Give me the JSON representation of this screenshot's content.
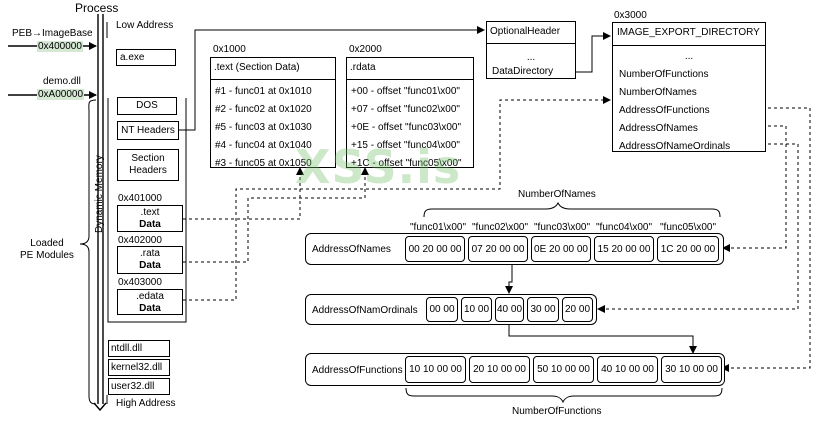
{
  "process": {
    "title": "Process",
    "low_address": "Low Address",
    "high_address": "High Address",
    "dynamic_memory": "Dynamic Memory",
    "loaded_modules": [
      "Loaded",
      "PE Modules"
    ],
    "peb_label": "PEB→ImageBase",
    "peb_addr": "0x400000",
    "exe_name": "a.exe",
    "dll_label": "demo.dll",
    "dll_addr": "0xA00000",
    "dll_parts": [
      "DOS",
      "NT Headers",
      "Section\nHeaders"
    ],
    "sections": [
      {
        "addr": "0x401000",
        "name": ".text",
        "sub": "Data"
      },
      {
        "addr": "0x402000",
        "name": ".rata",
        "sub": "Data"
      },
      {
        "addr": "0x403000",
        "name": ".edata",
        "sub": "Data"
      }
    ],
    "system_dlls": [
      "ntdll.dll",
      "kernel32.dll",
      "user32.dll"
    ]
  },
  "text_section": {
    "addr": "0x1000",
    "header": ".text (Section Data)",
    "rows": [
      "#1 - func01 at 0x1010",
      "#2 - func02 at 0x1020",
      "#5 - func03 at 0x1030",
      "#4 - func04 at 0x1040",
      "#3 - func05 at 0x1050"
    ]
  },
  "rdata_section": {
    "addr": "0x2000",
    "header": ".rdata",
    "rows": [
      "+00 - offset \"func01\\x00\"",
      "+07 - offset \"func02\\x00\"",
      "+0E - offset \"func03\\x00\"",
      "+15 - offset \"func04\\x00\"",
      "+1C - offset \"func05\\x00\""
    ]
  },
  "optional_header": {
    "title": "OptionalHeader",
    "ellipsis": "...",
    "field": "DataDirectory"
  },
  "export_dir": {
    "addr": "0x3000",
    "title": "IMAGE_EXPORT_DIRECTORY",
    "fields": [
      "...",
      "NumberOfFunctions",
      "NumberOfNames",
      "AddressOfFunctions",
      "AddressOfNames",
      "AddressOfNameOrdinals"
    ]
  },
  "names_table": {
    "brace_label": "NumberOfNames",
    "strings": [
      "\"func01\\x00\"",
      "\"func02\\x00\"",
      "\"func03\\x00\"",
      "\"func04\\x00\"",
      "\"func05\\x00\""
    ],
    "label": "AddressOfNames",
    "cells": [
      "00 20 00 00",
      "07 20 00 00",
      "0E 20 00 00",
      "15 20 00 00",
      "1C 20 00 00"
    ]
  },
  "ordinals_table": {
    "label": "AddressOfNamOrdinals",
    "cells": [
      "00 00",
      "10 00",
      "40 00",
      "30 00",
      "20 00"
    ]
  },
  "functions_table": {
    "label": "AddressOfFunctions",
    "cells": [
      "10 10 00 00",
      "20 10 00 00",
      "50 10 00 00",
      "40 10 00 00",
      "30 10 00 00"
    ],
    "brace_label": "NumberOfFunctions"
  },
  "watermark": "XSS.is"
}
